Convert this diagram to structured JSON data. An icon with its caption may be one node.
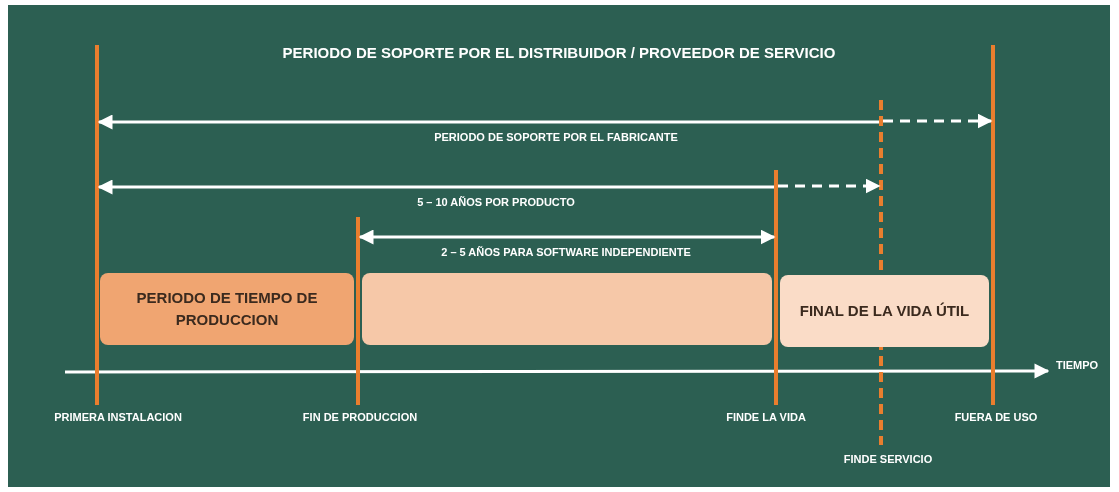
{
  "diagram": {
    "title": "PERIODO DE SOPORTE POR EL DISTRIBUIDOR / PROVEEDOR DE SERVICIO",
    "nodes": [
      {
        "text": [],
        "shape": "bar",
        "beside": [
          "PRIMERA INSTALACION"
        ]
      },
      {
        "text": [],
        "shape": "bar",
        "beside": [
          "FIN DE PRODUCCION"
        ]
      },
      {
        "text": [],
        "shape": "bar",
        "beside": [
          "FINDE LA VIDA"
        ]
      },
      {
        "text": [],
        "shape": "bar",
        "beside": [
          "FINDE SERVICIO"
        ]
      },
      {
        "text": [],
        "shape": "bar",
        "beside": [
          "FUERA DE USO"
        ]
      },
      {
        "text": [
          "PERIODO DE TIEMPO DE PRODUCCION"
        ]
      },
      {
        "text": [],
        "shape": "box"
      },
      {
        "text": [
          "FINAL DE LA VIDA ÚTIL"
        ]
      }
    ],
    "edges": [
      {
        "from": 3,
        "to": 0,
        "arrow": "to",
        "label": "PERIODO DE SOPORTE POR EL FABRICANTE"
      },
      {
        "from": 3,
        "to": 4,
        "arrow": "to",
        "style": "dashed"
      },
      {
        "from": 2,
        "to": 0,
        "arrow": "to",
        "label": "5 – 10 AÑOS POR PRODUCTO"
      },
      {
        "from": 2,
        "to": 3,
        "arrow": "to",
        "style": "dashed"
      },
      {
        "from": 1,
        "to": 2,
        "arrow": "both",
        "label": "2 – 5 AÑOS PARA SOFTWARE INDEPENDIENTE"
      }
    ],
    "labels": [
      "TIEMPO"
    ]
  }
}
